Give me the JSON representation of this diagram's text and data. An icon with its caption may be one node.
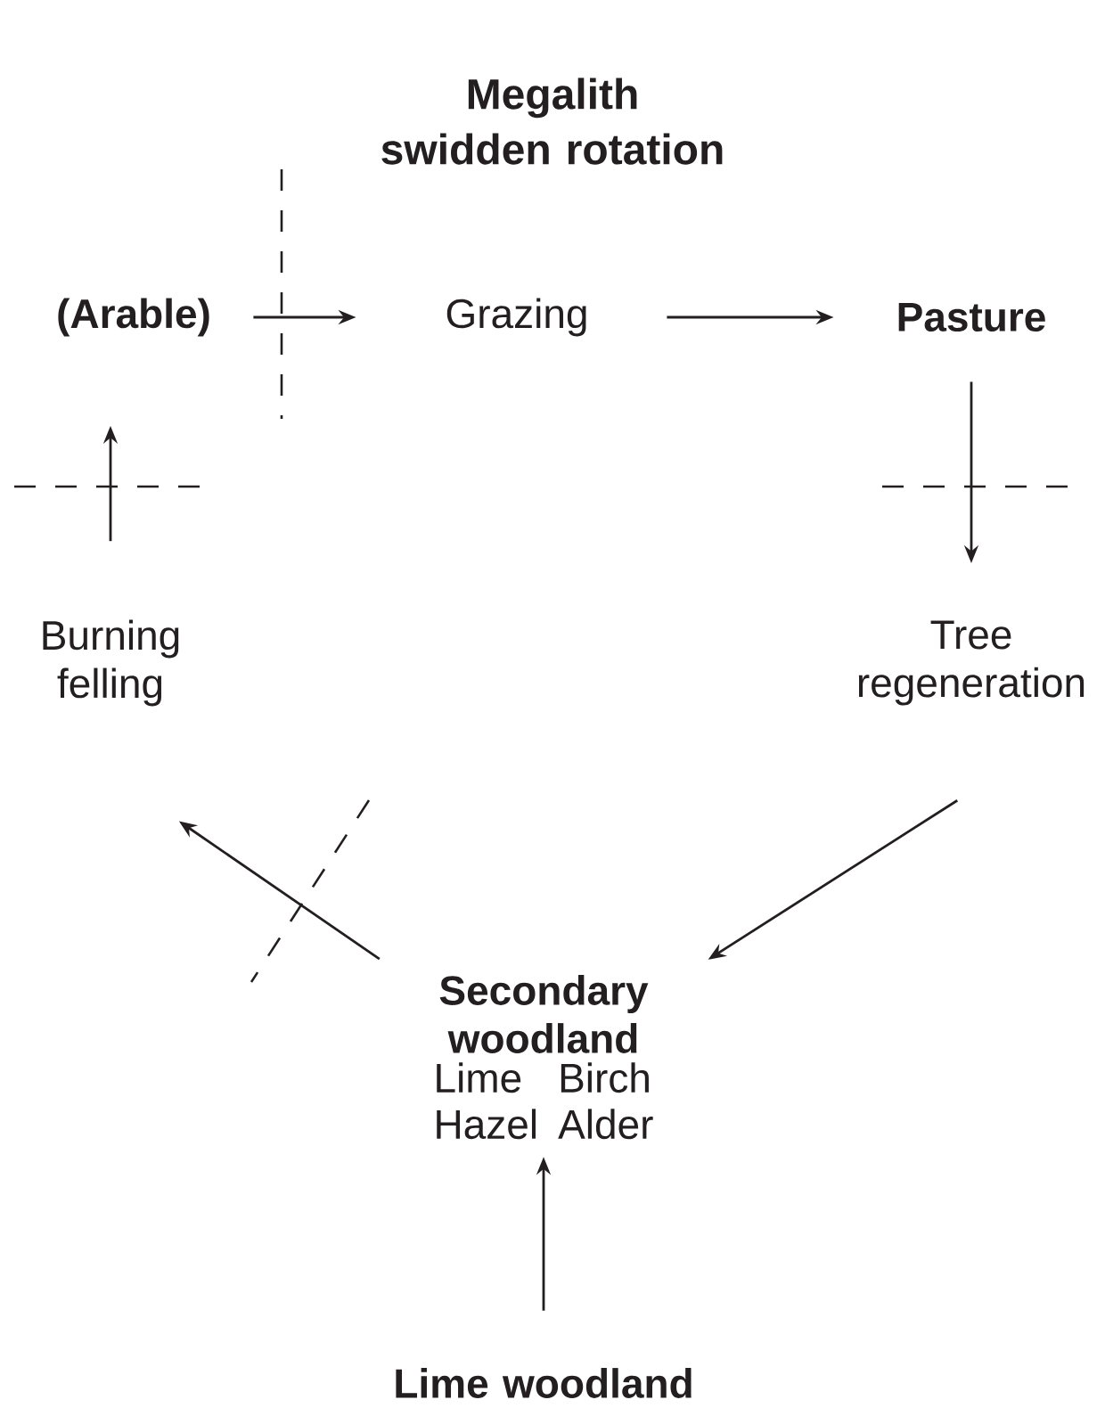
{
  "diagram": {
    "title": "Megalith swidden rotation",
    "nodes": [
      {
        "text": [
          "(Arable)"
        ]
      },
      {
        "text": [
          "Grazing"
        ]
      },
      {
        "text": [
          "Pasture"
        ]
      },
      {
        "text": [
          "Tree regeneration"
        ]
      },
      {
        "text": [
          "Secondary woodland",
          "Lime",
          "Birch",
          "Hazel",
          "Alder"
        ]
      },
      {
        "text": [
          "Lime woodland"
        ]
      },
      {
        "text": [
          "Burning felling"
        ]
      }
    ],
    "edges": [
      {
        "from": 0,
        "to": 1,
        "arrow": "to"
      },
      {
        "from": 1,
        "to": 2,
        "arrow": "to"
      },
      {
        "from": 2,
        "to": 3,
        "arrow": "to"
      },
      {
        "from": 3,
        "to": 4,
        "arrow": "to"
      },
      {
        "from": 4,
        "to": 6,
        "arrow": "to"
      },
      {
        "from": 6,
        "to": 0,
        "arrow": "to"
      },
      {
        "from": 5,
        "to": 4,
        "arrow": "to"
      }
    ]
  }
}
